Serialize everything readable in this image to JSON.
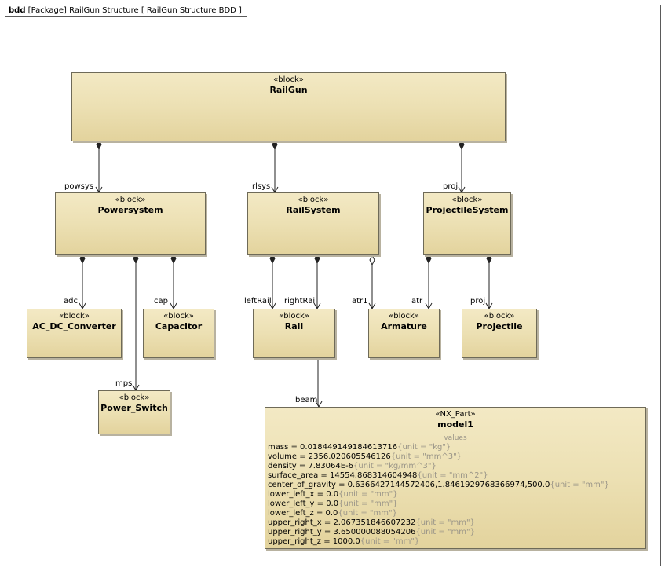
{
  "frame": {
    "kind": "bdd",
    "title": "[Package] RailGun Structure [ RailGun Structure BDD ]"
  },
  "blocks": {
    "railgun": {
      "stereotype": "«block»",
      "name": "RailGun"
    },
    "powersystem": {
      "stereotype": "«block»",
      "name": "Powersystem"
    },
    "railsystem": {
      "stereotype": "«block»",
      "name": "RailSystem"
    },
    "projectilesystem": {
      "stereotype": "«block»",
      "name": "ProjectileSystem"
    },
    "ac_dc": {
      "stereotype": "«block»",
      "name": "AC_DC_Converter"
    },
    "capacitor": {
      "stereotype": "«block»",
      "name": "Capacitor"
    },
    "rail": {
      "stereotype": "«block»",
      "name": "Rail"
    },
    "armature": {
      "stereotype": "«block»",
      "name": "Armature"
    },
    "projectile": {
      "stereotype": "«block»",
      "name": "Projectile"
    },
    "power_switch": {
      "stereotype": "«block»",
      "name": "Power_Switch"
    },
    "model1": {
      "stereotype": "«NX_Part»",
      "name": "model1",
      "compartment": "values",
      "values": [
        {
          "text": "mass = 0.018449149184613716",
          "unit": "{unit = \"kg\"}"
        },
        {
          "text": "volume = 2356.020605546126",
          "unit": "{unit = \"mm^3\"}"
        },
        {
          "text": "density = 7.83064E-6",
          "unit": "{unit = \"kg/mm^3\"}"
        },
        {
          "text": "surface_area = 14554.868314604948",
          "unit": "{unit = \"mm^2\"}"
        },
        {
          "text": "center_of_gravity = 0.6366427144572406,1.8461929768366974,500.0",
          "unit": "{unit = \"mm\"}"
        },
        {
          "text": "lower_left_x = 0.0",
          "unit": "{unit = \"mm\"}"
        },
        {
          "text": "lower_left_y = 0.0",
          "unit": "{unit = \"mm\"}"
        },
        {
          "text": "lower_left_z = 0.0",
          "unit": "{unit = \"mm\"}"
        },
        {
          "text": "upper_right_x = 2.067351846607232",
          "unit": "{unit = \"mm\"}"
        },
        {
          "text": "upper_right_y = 3.650000088054206",
          "unit": "{unit = \"mm\"}"
        },
        {
          "text": "upper_right_z = 1000.0",
          "unit": "{unit = \"mm\"}"
        }
      ]
    }
  },
  "roles": {
    "powsys": "powsys",
    "rlsys": "rlsys",
    "proj_top": "proj",
    "adc": "adc",
    "cap": "cap",
    "mps": "mps",
    "leftRail": "leftRail",
    "rightRail": "rightRail",
    "atr1": "atr1",
    "atr": "atr",
    "proj_bottom": "proj",
    "beam": "beam"
  }
}
